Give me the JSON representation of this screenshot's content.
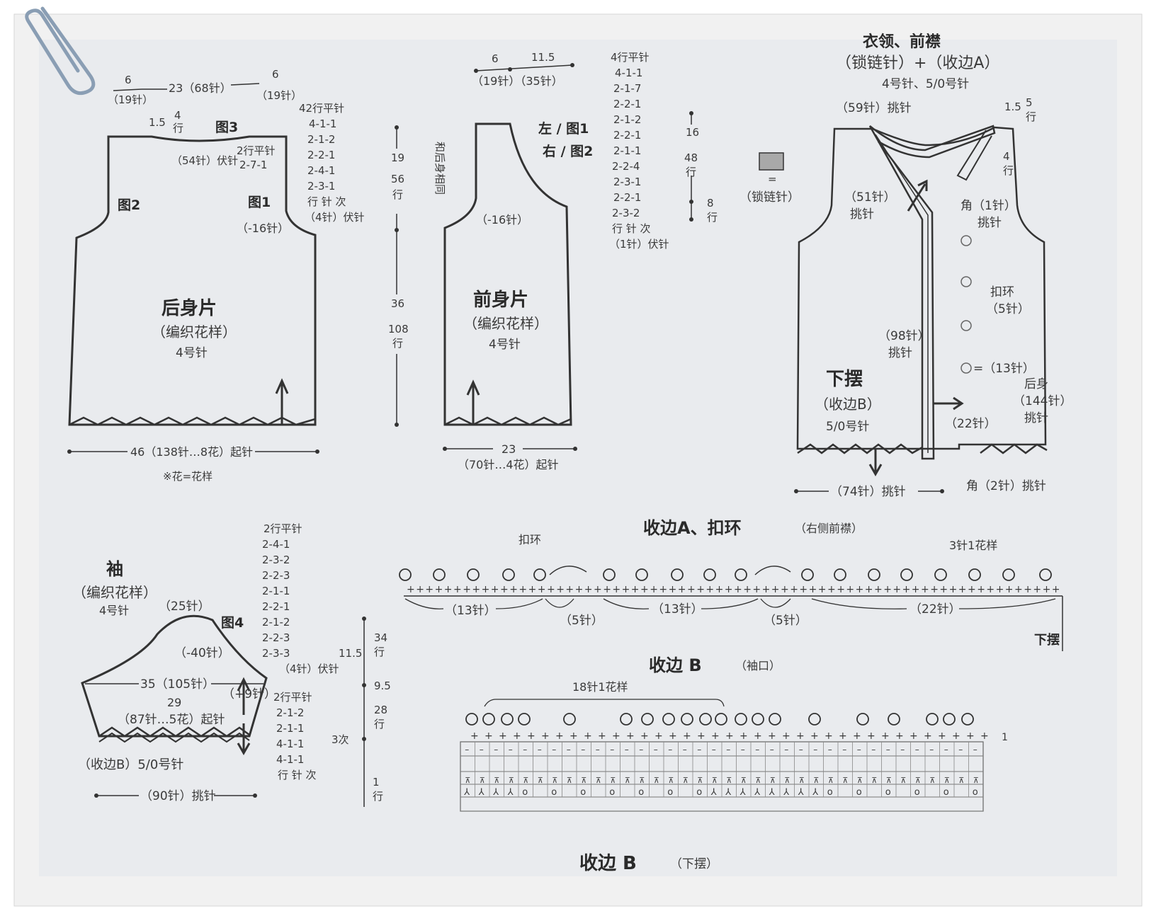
{
  "colors": {
    "paper": "#e9ebee",
    "ink": "#333333",
    "frame_shadow": "#cfcfcf"
  },
  "page_header": {
    "title_partial": "衣领、前襟",
    "collar_method": "（锁链针）+（收边A）",
    "collar_needles": "4号针、5/0号针"
  },
  "back_body": {
    "title": "后身片",
    "pattern": "（编织花样）",
    "needle": "4号针",
    "top_left": "6",
    "top_left_st": "（19针）",
    "top_mid": "23（68针）",
    "top_right": "6",
    "top_right_st": "（19针）",
    "neck_15": "1.5",
    "neck_4": "4",
    "neck_row": "行",
    "neck_bind": "（54针）伏针",
    "neck_flat": "2行平针",
    "neck_dec": "2-7-1",
    "fig3": "图3",
    "fig2": "图2",
    "fig1": "图1",
    "armhole_dec": "（-16针）",
    "bottom": "46（138针…8花）起针",
    "note": "※花=花样",
    "side_table": [
      "42行平针",
      "4-1-1",
      "2-1-2",
      "2-2-1",
      "2-4-1",
      "2-3-1",
      "行 针 次",
      "（4针）伏针"
    ]
  },
  "height_scale": {
    "v19": "19",
    "v56": "56",
    "v_row1": "行",
    "v36": "36",
    "v108": "108",
    "v_row2": "行"
  },
  "front_body": {
    "title": "前身片",
    "pattern": "（编织花样）",
    "needle": "4号针",
    "top_6": "6",
    "top_115": "11.5",
    "top_st": "（19针）（35针）",
    "same_note": "和后身相同",
    "left_fig": "左 / 图1",
    "right_fig": "右 / 图2",
    "armhole_dec": "（-16针）",
    "bottom": "23",
    "bottom_st": "（70针…4花）起针",
    "table": [
      "4行平针",
      "4-1-1",
      "2-1-7",
      "2-2-1",
      "2-1-2",
      "2-2-1",
      "2-1-1",
      "2-2-4",
      "2-3-1",
      "2-2-1",
      "2-3-2",
      "行 针 次",
      "（1针）伏针"
    ],
    "v16": "16",
    "v48": "48",
    "v_row1": "行",
    "v8": "8",
    "v_row2": "行"
  },
  "legend": {
    "chain_symbol_label": "（锁链针）",
    "equals": "="
  },
  "collar_assembly": {
    "pick_59": "（59针）挑针",
    "v15": "1.5",
    "v5": "5",
    "v5_row": "行",
    "v4": "4",
    "v4_row": "行",
    "pick_51_a": "（51针）",
    "pick_51_b": "挑针",
    "corner1_a": "角（1针）",
    "corner1_b": "挑针",
    "buttonhole_a": "扣环",
    "buttonhole_b": "（5针）",
    "pick_98_a": "（98针）",
    "pick_98_b": "挑针",
    "hem_title": "下摆",
    "hem_method": "（收边B）",
    "hem_needle": "5/0号针",
    "stitches_13": "=（13针）",
    "body_a": "后身",
    "body_b": "（144针）",
    "body_c": "挑针",
    "stitches_22": "（22针）",
    "pick_74": "（74针）挑针",
    "corner2": "角（2针）挑针"
  },
  "sleeve": {
    "title": "袖",
    "pattern": "（编织花样）",
    "needle": "4号针",
    "top_st": "（25针）",
    "fig4": "图4",
    "dec_40": "（-40针）",
    "width_35": "35（105针）",
    "inc_9": "（+9针）",
    "width_29": "29",
    "cast_on": "（87针…5花）起针",
    "edge": "（收边B）5/0号针",
    "pick_90": "（90针）挑针",
    "table": [
      "2行平针",
      "2-4-1",
      "2-3-2",
      "2-2-3",
      "2-1-1",
      "2-2-1",
      "2-1-2",
      "2-2-3",
      "2-3-3",
      "（4针）伏针"
    ],
    "v115": "11.5",
    "inc_table": [
      "2行平针",
      "2-1-2",
      "2-1-1",
      "4-1-1",
      "4-1-1",
      "行 针 次"
    ],
    "times3": "3次",
    "v34": "34",
    "v34_row": "行",
    "v95": "9.5",
    "v28": "28",
    "v28_row": "行",
    "v1": "1",
    "v1_row": "行"
  },
  "edging_a": {
    "title": "收边A、扣环",
    "subtitle": "（右侧前襟）",
    "buttonhole_label": "扣环",
    "repeat": "3针1花样",
    "segments": [
      "（13针）",
      "（5针）",
      "（13针）",
      "（5针）",
      "（22针）"
    ],
    "hem_label": "下摆"
  },
  "edging_b_cuff": {
    "title": "收边 B",
    "subtitle": "（袖口）",
    "repeat": "18针1花样",
    "row_marker": "1",
    "chart_bottom_row": [
      "Y",
      "Y",
      "Y",
      "Y",
      "O",
      "",
      "O",
      "",
      "O",
      "",
      "O",
      "",
      "O",
      "",
      "O",
      "",
      "O",
      "Y",
      "Y",
      "Y",
      "Y",
      "Y",
      "Y",
      "Y",
      "Y",
      "O",
      "",
      "O",
      "",
      "O",
      "",
      "O",
      "",
      "O",
      "",
      "O",
      "Y",
      "Y",
      "Y",
      "Y"
    ]
  },
  "edging_b_hem": {
    "title": "收边 B",
    "subtitle": "（下摆）"
  }
}
